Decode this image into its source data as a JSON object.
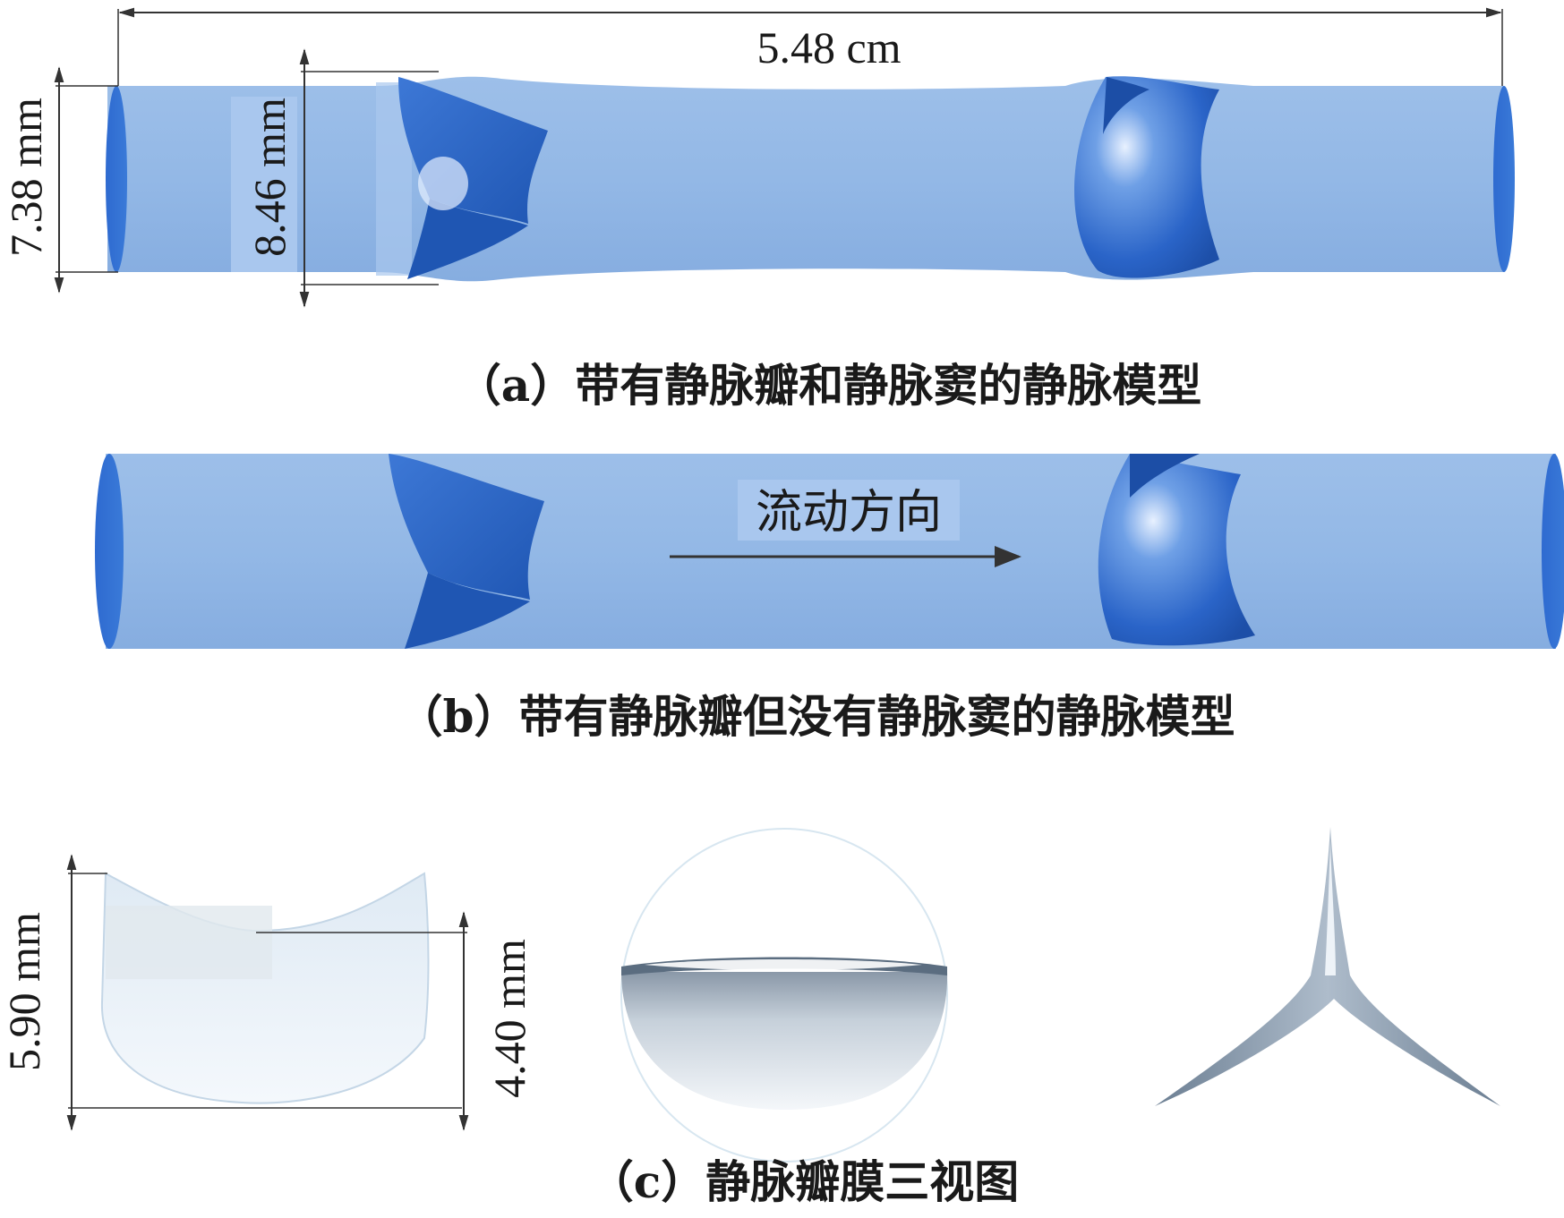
{
  "panel_a": {
    "length_label": "5.48 cm",
    "vein_diameter_label": "7.38 mm",
    "sinus_diameter_label": "8.46 mm",
    "caption": "（a）带有静脉瓣和静脉窦的静脉模型"
  },
  "panel_b": {
    "flow_label": "流动方向",
    "caption": "（b）带有静脉瓣但没有静脉窦的静脉模型"
  },
  "panel_c": {
    "height_label": "5.90 mm",
    "depth_label": "4.40 mm",
    "caption": "（c）静脉瓣膜三视图"
  },
  "colors": {
    "vessel": "#8fb4e3",
    "vessel_end": "#2f6fd1",
    "leaflet": "#2a64c8",
    "dim_line": "#333333"
  }
}
